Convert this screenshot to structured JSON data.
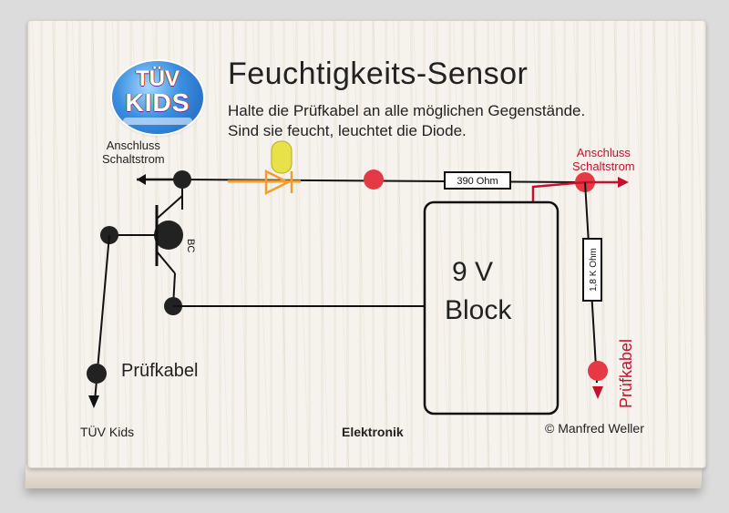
{
  "board": {
    "logo": {
      "top": "TÜV",
      "bottom": "KIDS"
    },
    "title": "Feuchtigkeits-Sensor",
    "instruction_line1": "Halte die Prüfkabel an alle möglichen Gegenstände.",
    "instruction_line2": "Sind sie feucht, leuchtet die Diode.",
    "connector_left": {
      "line1": "Anschluss",
      "line2": "Schaltstrom"
    },
    "connector_right": {
      "line1": "Anschluss",
      "line2": "Schaltstrom"
    },
    "resistor_top": "390 Ohm",
    "resistor_vertical": "1,8 K Ohm",
    "transistor": "BC",
    "battery_line1": "9 V",
    "battery_line2": "Block",
    "probe_left": "Prüfkabel",
    "probe_right": "Prüfkabel",
    "footer_left": "TÜV Kids",
    "footer_center": "Elektronik",
    "footer_right": "© Manfred Weller"
  },
  "colors": {
    "wire": "#111111",
    "accent_red": "#c8102e",
    "led_yellow": "#e8e14a",
    "orange_wire": "#f39c2a"
  }
}
